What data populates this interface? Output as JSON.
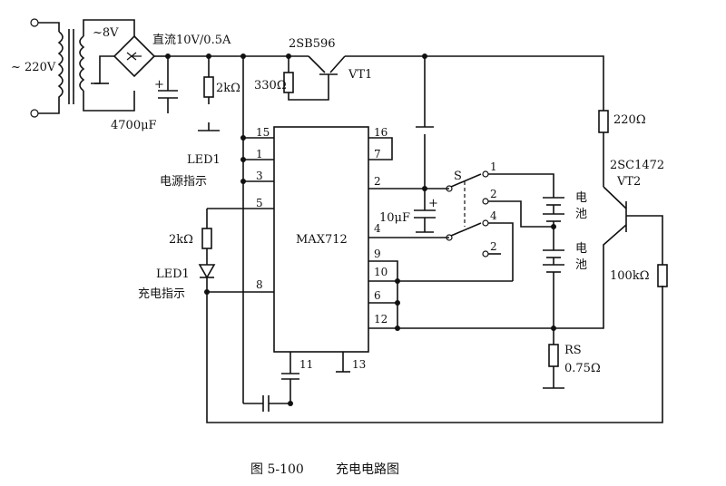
{
  "labels": {
    "ac_input": "~ 220V",
    "transformer_secondary": "~8V",
    "dc_rating": "直流10V/0.5A",
    "r_2k_top": "2kΩ",
    "r_330": "330Ω",
    "cap_4700": "4700μF",
    "transistor_top_model": "2SB596",
    "transistor_top_name": "VT1",
    "led1_top": "LED1",
    "power_indicator": "电源指示",
    "r_2k_left": "2kΩ",
    "led1_bottom": "LED1",
    "charge_indicator": "充电指示",
    "ic_name": "MAX712",
    "cap_10uf": "10μF",
    "switch_name": "S",
    "switch_pos_1": "1",
    "switch_pos_2a": "2",
    "switch_pos_4": "4",
    "switch_pos_2b": "2",
    "battery_1": "电\n池",
    "battery_2": "电\n池",
    "r_220": "220Ω",
    "transistor_right_model": "2SC1472",
    "transistor_right_name": "VT2",
    "r_100k": "100kΩ",
    "rs_name": "RS",
    "rs_value": "0.75Ω"
  },
  "ic_pins": {
    "p15": "15",
    "p1": "1",
    "p3": "3",
    "p5": "5",
    "p8": "8",
    "p16": "16",
    "p7": "7",
    "p2": "2",
    "p4": "4",
    "p9": "9",
    "p10": "10",
    "p6": "6",
    "p12": "12",
    "p11": "11",
    "p13": "13"
  },
  "caption": {
    "figure_number": "图 5-100",
    "title": "充电电路图"
  }
}
